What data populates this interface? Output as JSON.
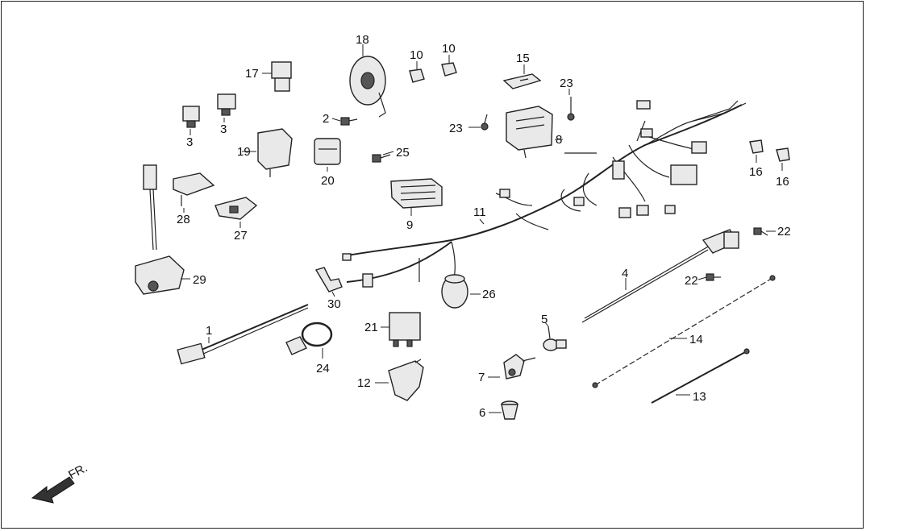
{
  "diagram": {
    "callouts": {
      "c1": "1",
      "c2": "2",
      "c3a": "3",
      "c3b": "3",
      "c4": "4",
      "c5": "5",
      "c6": "6",
      "c7": "7",
      "c8": "8",
      "c9": "9",
      "c10a": "10",
      "c10b": "10",
      "c11": "11",
      "c12": "12",
      "c13": "13",
      "c14": "14",
      "c15": "15",
      "c16a": "16",
      "c16b": "16",
      "c17": "17",
      "c18": "18",
      "c19": "19",
      "c20": "20",
      "c21": "21",
      "c22a": "22",
      "c22b": "22",
      "c23a": "23",
      "c23b": "23",
      "c24": "24",
      "c25": "25",
      "c26": "26",
      "c27": "27",
      "c28": "28",
      "c29": "29",
      "c30": "30"
    },
    "direction_label": "FR."
  }
}
